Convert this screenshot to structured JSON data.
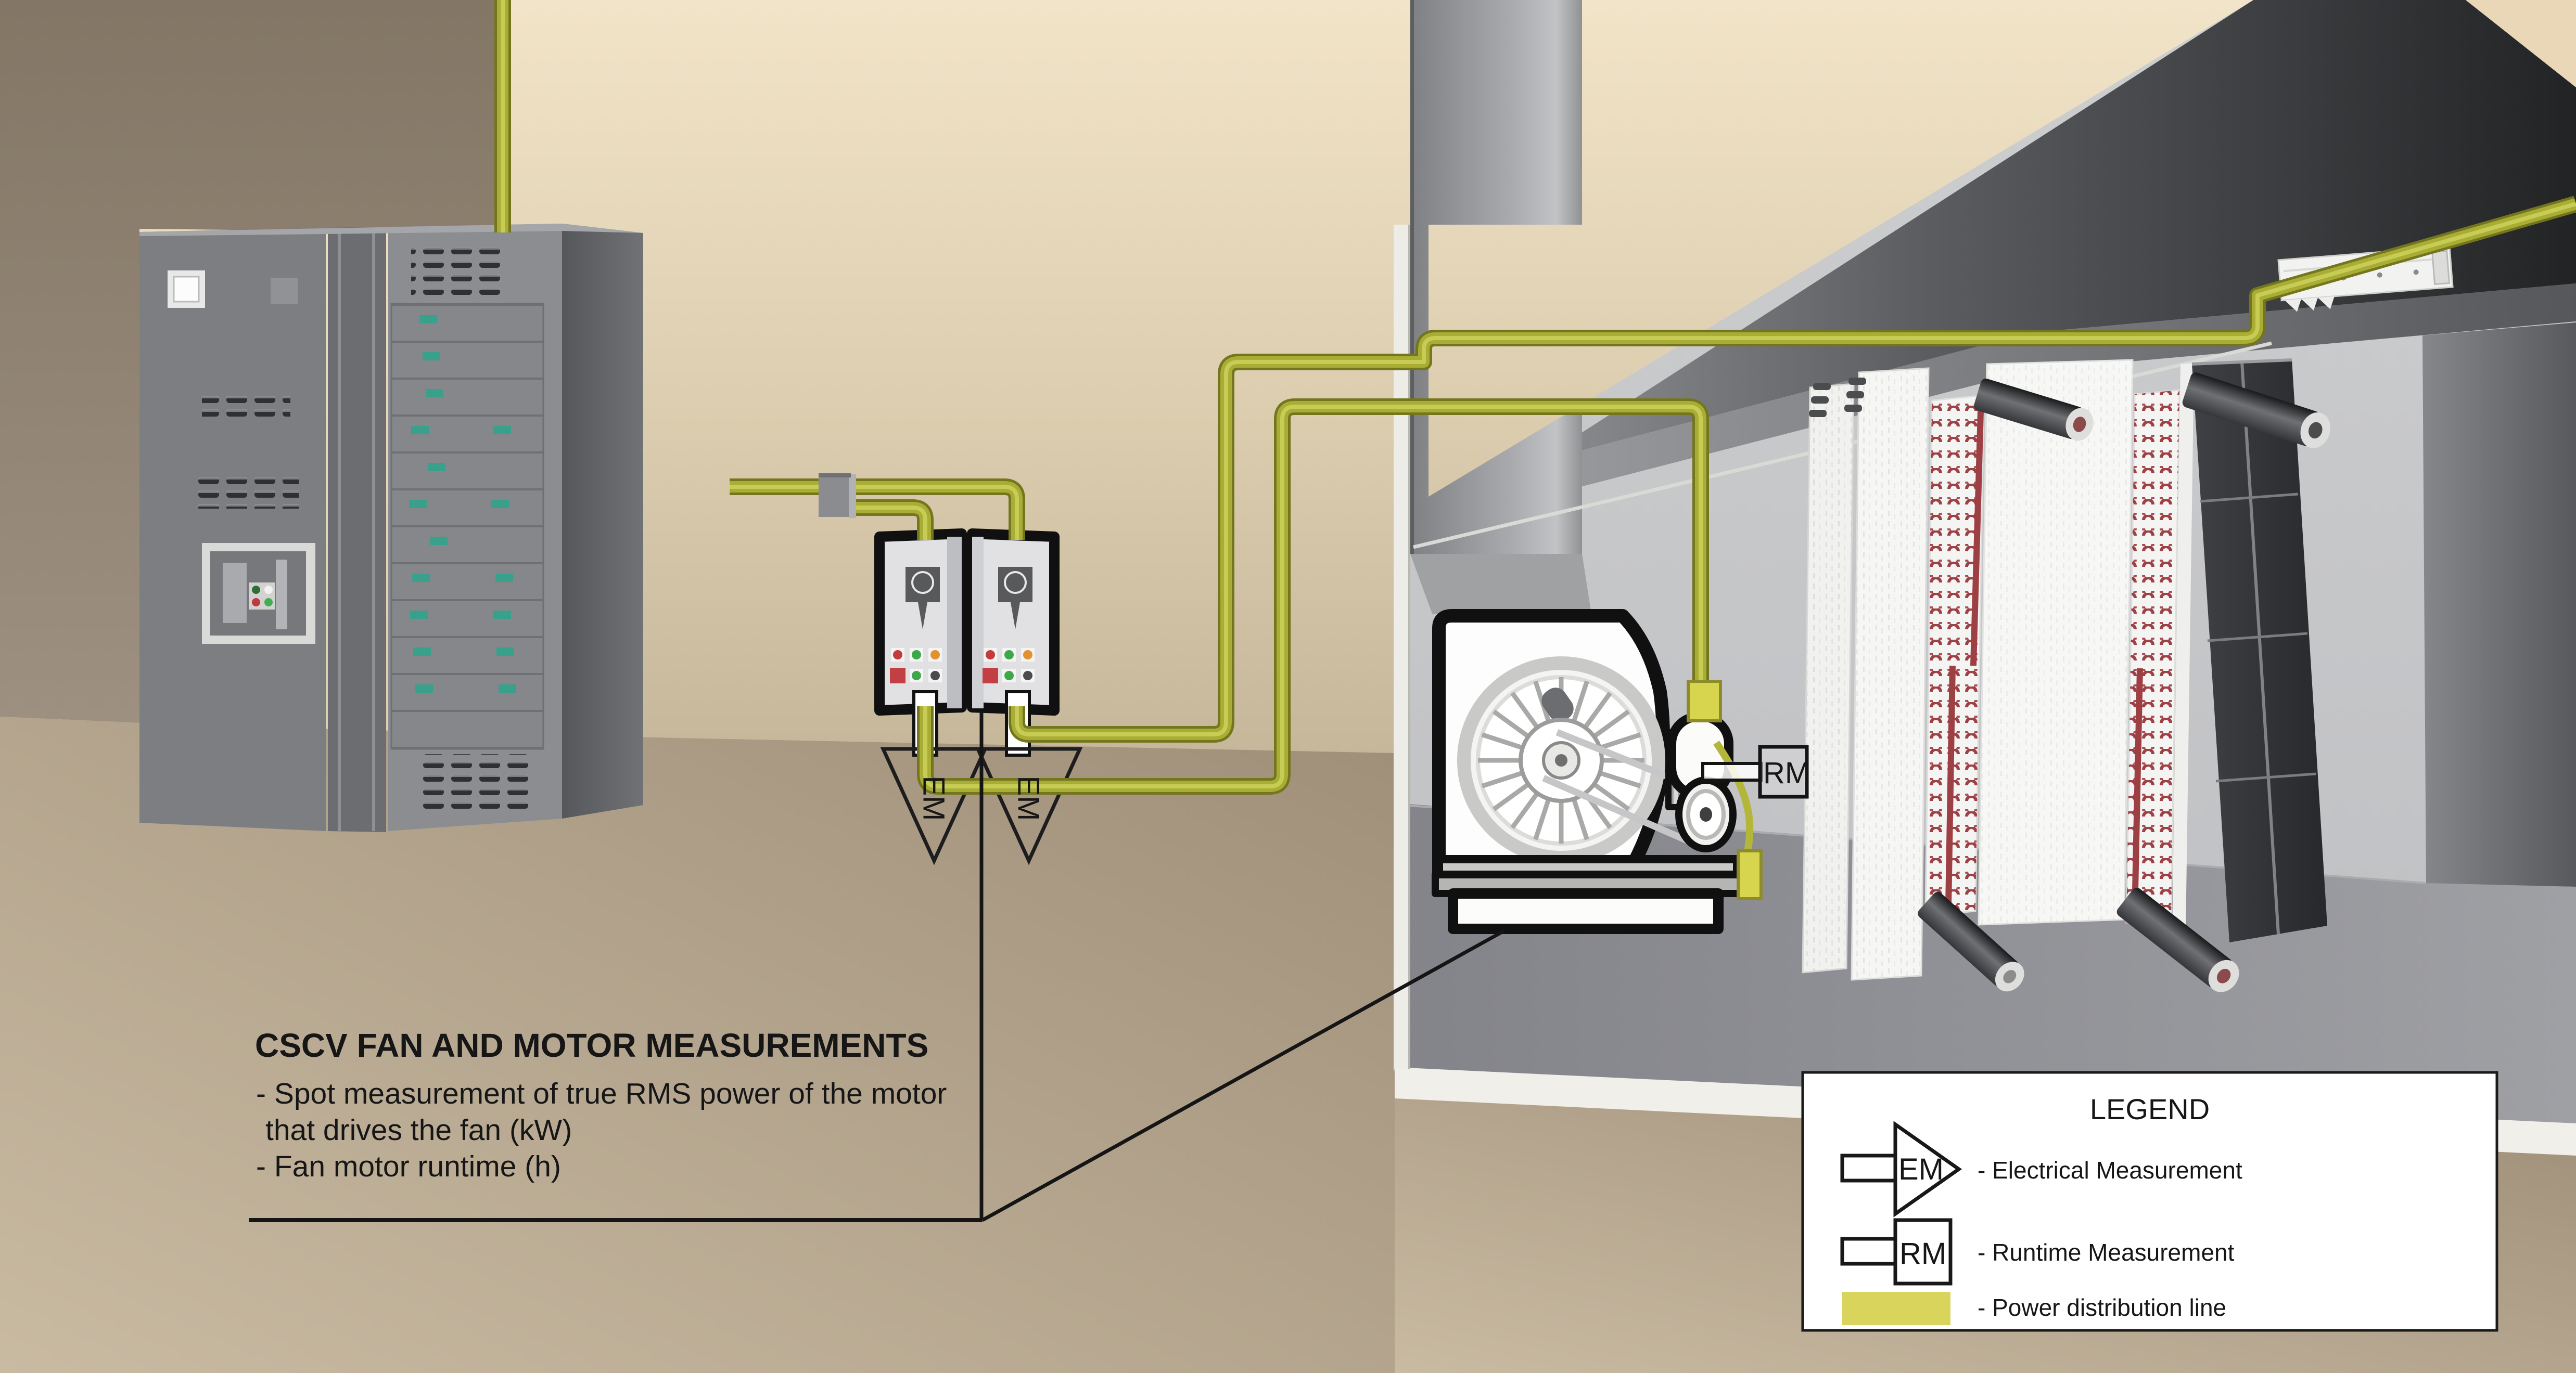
{
  "annotation": {
    "title": "CSCV FAN AND MOTOR MEASUREMENTS",
    "line1": "- Spot measurement of true RMS power of the motor",
    "line2": "that drives the fan (kW)",
    "line3": "- Fan motor runtime (h)"
  },
  "measurement_tags": {
    "electrical": "EM",
    "runtime": "RM"
  },
  "legend": {
    "title": "LEGEND",
    "electrical": {
      "symbol": "EM",
      "label": "- Electrical Measurement"
    },
    "runtime": {
      "symbol": "RM",
      "label": "- Runtime Measurement"
    },
    "power": {
      "label": "- Power distribution line"
    }
  },
  "colors": {
    "power_line": "#d8d45c",
    "annotation_text": "#161616"
  }
}
